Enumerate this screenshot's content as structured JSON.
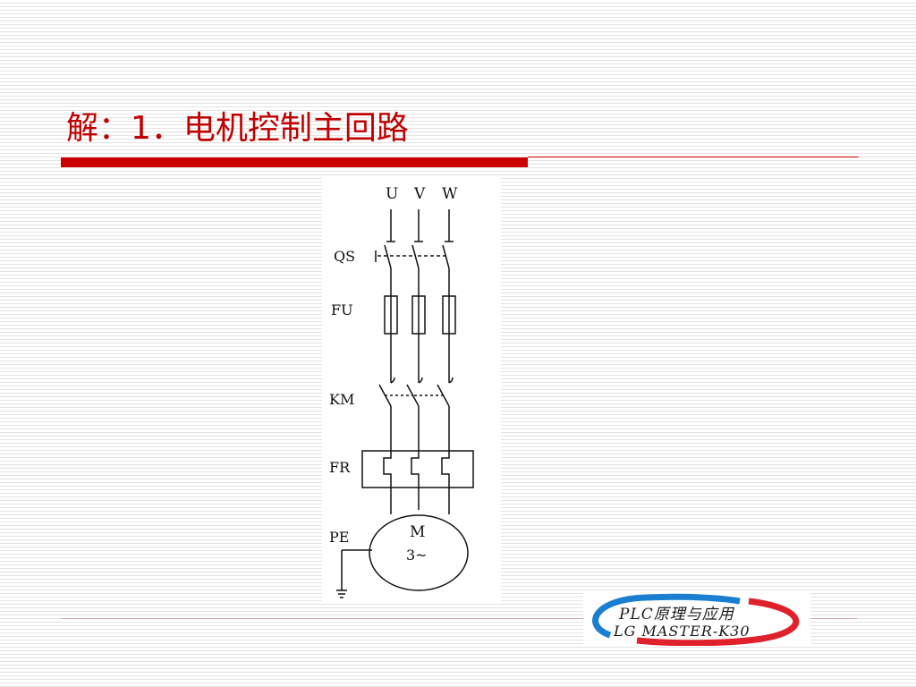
{
  "slide": {
    "title": "解：1．电机控制主回路"
  },
  "diagram": {
    "phases": [
      "U",
      "V",
      "W"
    ],
    "components": {
      "switch": "QS",
      "fuse": "FU",
      "contactor": "KM",
      "relay": "FR",
      "earth": "PE"
    },
    "motor": {
      "label": "M",
      "phase": "3~"
    }
  },
  "logo": {
    "line1": "PLC原理与应用",
    "line2": "LG MASTER-K30",
    "ring_colors": [
      "#1a7fd1",
      "#e0202a"
    ]
  }
}
